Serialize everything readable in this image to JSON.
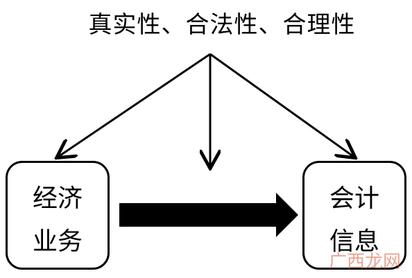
{
  "diagram": {
    "heading": "真实性、合法性、合理性",
    "left_box": {
      "line1": "经济",
      "line2": "业务"
    },
    "right_box": {
      "line1": "会计",
      "line2": "信息"
    },
    "colors": {
      "stroke": "#000000",
      "background": "#ffffff"
    }
  },
  "watermark": {
    "text": "广西龙网"
  }
}
